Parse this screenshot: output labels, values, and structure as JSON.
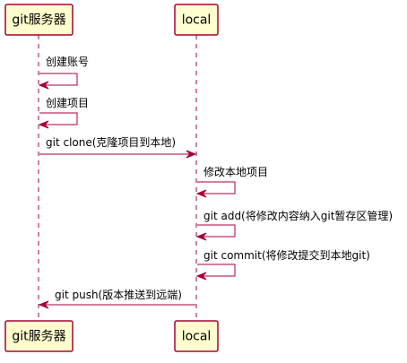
{
  "participants": [
    {
      "id": "git_server",
      "label": "git服务器"
    },
    {
      "id": "local",
      "label": "local"
    }
  ],
  "messages": [
    {
      "from": "git_server",
      "to": "git_server",
      "label": "创建账号"
    },
    {
      "from": "git_server",
      "to": "git_server",
      "label": "创建项目"
    },
    {
      "from": "git_server",
      "to": "local",
      "label": "git clone(克隆项目到本地)"
    },
    {
      "from": "local",
      "to": "local",
      "label": "修改本地项目"
    },
    {
      "from": "local",
      "to": "local",
      "label": "git add(将修改内容纳入git暂存区管理)"
    },
    {
      "from": "local",
      "to": "local",
      "label": "git commit(将修改提交到本地git)"
    },
    {
      "from": "local",
      "to": "git_server",
      "label": "git push(版本推送到远端)"
    }
  ],
  "colors": {
    "participant_fill": "#FEFECE",
    "line": "#A80036"
  }
}
